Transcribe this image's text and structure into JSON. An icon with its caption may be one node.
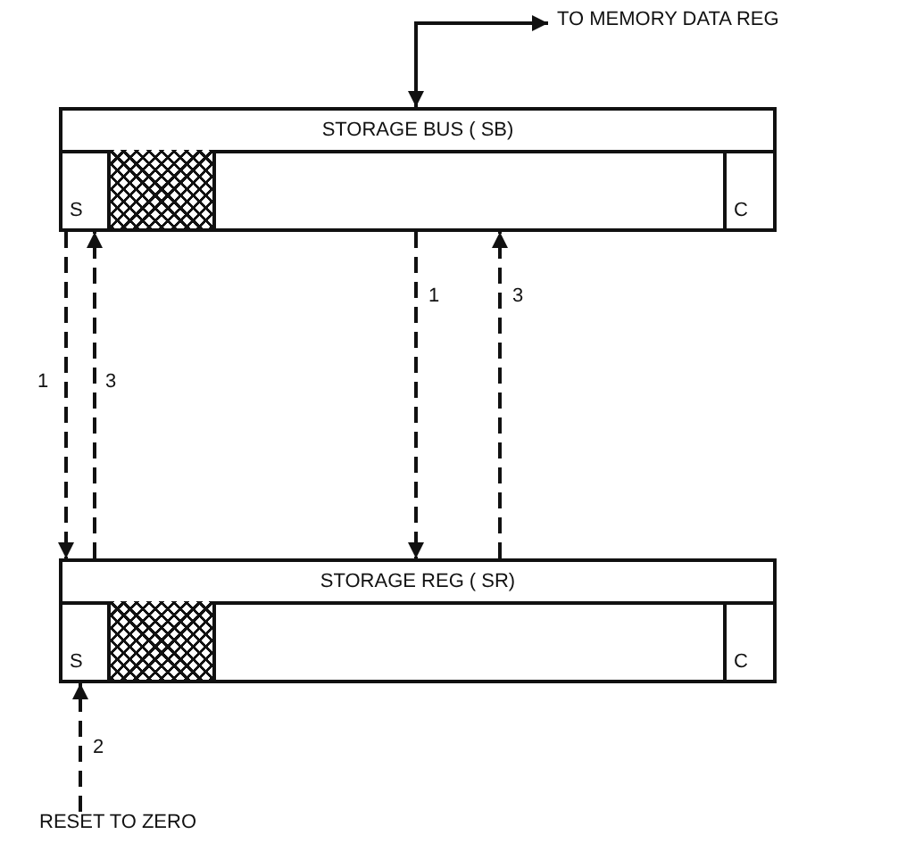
{
  "diagram": {
    "nodes": [
      {
        "text": [
          "TO MEMORY DATA REG"
        ]
      },
      {
        "text": [
          "STORAGE BUS ( SB)"
        ]
      },
      {
        "text": [
          "S"
        ],
        "in": 1
      },
      {
        "text": [],
        "shape": "box",
        "in": 1
      },
      {
        "text": [
          "C"
        ],
        "in": 1
      },
      {
        "text": [
          "STORAGE REG ( SR)"
        ]
      },
      {
        "text": [
          "S"
        ],
        "in": 5
      },
      {
        "text": [],
        "shape": "box",
        "in": 5
      },
      {
        "text": [
          "C"
        ],
        "in": 5
      },
      {
        "text": [
          "RESET TO ZERO"
        ]
      }
    ],
    "edges": [
      {
        "from": 1,
        "to": 0,
        "arrow": "both"
      },
      {
        "from": 2,
        "to": 5,
        "arrow": "to",
        "label": "1",
        "style": "dashed"
      },
      {
        "from": 5,
        "to": 2,
        "arrow": "to",
        "label": "3",
        "style": "dashed"
      },
      {
        "from": 1,
        "to": 5,
        "arrow": "to",
        "label": "1",
        "style": "dashed"
      },
      {
        "from": 5,
        "to": 1,
        "arrow": "to",
        "label": "3",
        "style": "dashed"
      },
      {
        "from": 9,
        "to": 6,
        "arrow": "to",
        "label": "2",
        "style": "dashed"
      }
    ]
  }
}
